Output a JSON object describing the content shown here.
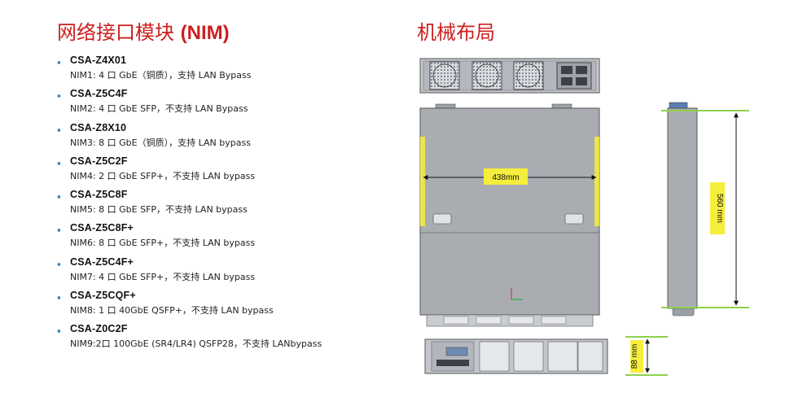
{
  "left_title": {
    "cn": "网络接口模块",
    "en": "(NIM)"
  },
  "right_title": "机械布局",
  "modules": [
    {
      "model": "CSA-Z4X01",
      "desc": "NIM1: 4 口 GbE（铜质），支持 LAN Bypass"
    },
    {
      "model": "CSA-Z5C4F",
      "desc": "NIM2: 4 口 GbE SFP，不支持 LAN Bypass"
    },
    {
      "model": "CSA-Z8X10",
      "desc": "NIM3: 8 口 GbE（铜质），支持 LAN bypass"
    },
    {
      "model": "CSA-Z5C2F",
      "desc": "NIM4: 2 口 GbE SFP+，不支持 LAN bypass"
    },
    {
      "model": "CSA-Z5C8F",
      "desc": "NIM5: 8 口 GbE SFP，不支持 LAN bypass"
    },
    {
      "model": "CSA-Z5C8F+",
      "desc": "NIM6: 8 口 GbE SFP+，不支持 LAN bypass"
    },
    {
      "model": "CSA-Z5C4F+",
      "desc": "NIM7: 4 口 GbE SFP+，不支持 LAN bypass"
    },
    {
      "model": "CSA-Z5CQF+",
      "desc": "NIM8: 1 口 40GbE QSFP+，不支持 LAN bypass"
    },
    {
      "model": "CSA-Z0C2F",
      "desc": "NIM9:2口 100GbE (SR4/LR4) QSFP28，不支持 LANbypass"
    }
  ],
  "dimensions": {
    "width": "438mm",
    "depth": "560 mm",
    "height": "88 mm"
  },
  "colors": {
    "title_red": "#cc1f1f",
    "bullet_blue": "#2b7fc1",
    "chassis_gray": "#a9adb2",
    "dim_green": "#8fd14f",
    "label_yellow": "#f5ee3c"
  }
}
